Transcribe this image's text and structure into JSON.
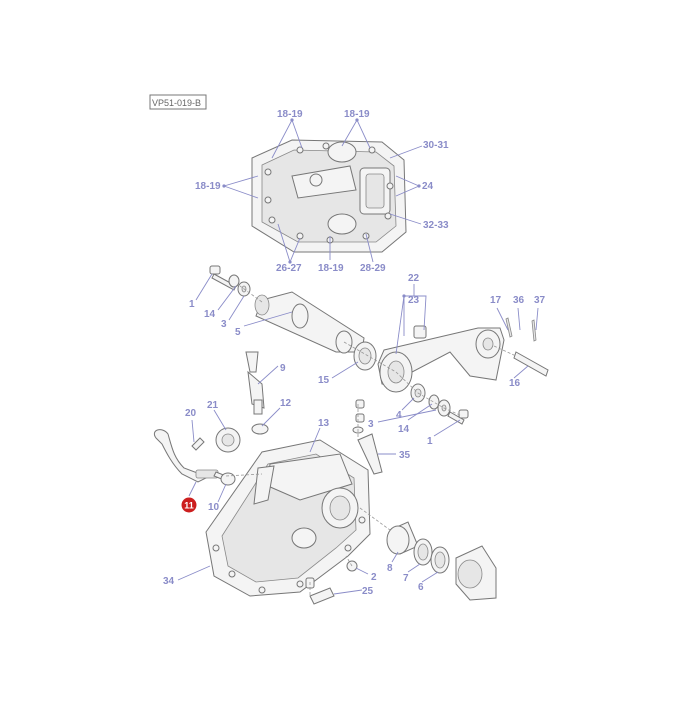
{
  "diagram": {
    "reference_code": "VP51-019-B",
    "highlighted_part": "11",
    "accent_color": "#8a8cc8",
    "highlight_color": "#cc1e1e",
    "callouts": {
      "c1819a": "18-19",
      "c1819b": "18-19",
      "c3031": "30-31",
      "c1819c": "18-19",
      "c24": "24",
      "c3233": "32-33",
      "c2627": "26-27",
      "c1819d": "18-19",
      "c2829": "28-29",
      "c22": "22",
      "c23": "23",
      "c17": "17",
      "c36": "36",
      "c37": "37",
      "c1a": "1",
      "c14a": "14",
      "c3a": "3",
      "c5": "5",
      "c15": "15",
      "c16": "16",
      "c9": "9",
      "c4": "4",
      "c14b": "14",
      "c3b": "3",
      "c1b": "1",
      "c20": "20",
      "c21": "21",
      "c12": "12",
      "c13": "13",
      "c35": "35",
      "c10": "10",
      "c34": "34",
      "c8": "8",
      "c7": "7",
      "c6": "6",
      "c2": "2",
      "c25": "25"
    }
  }
}
